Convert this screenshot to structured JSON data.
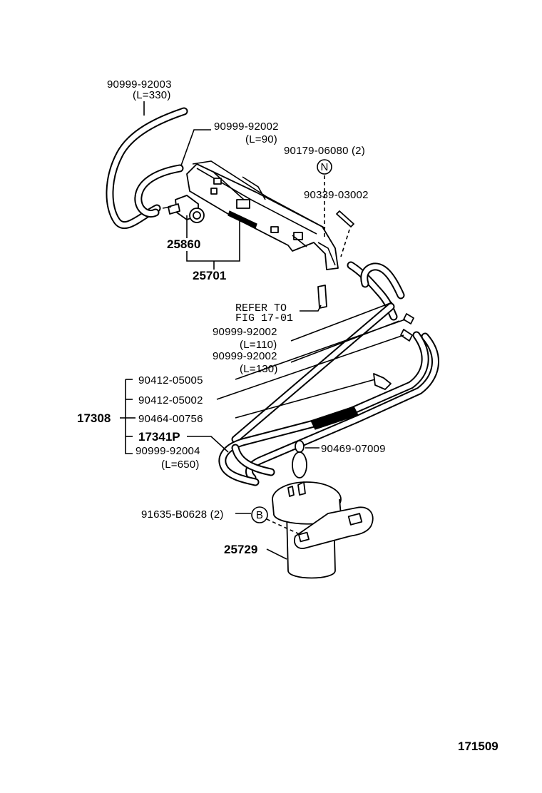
{
  "labels": {
    "hose_330_part": "90999-92003",
    "hose_330_len": "(L=330)",
    "hose_90_part": "90999-92002",
    "hose_90_len": "(L=90)",
    "bolt": "90179-06080 (2)",
    "clip_03002": "90339-03002",
    "vsv": "25860",
    "bracket_assy": "25701",
    "refer_to_1": "REFER TO",
    "refer_to_2": "FIG 17-01",
    "hose_110_part": "90999-92002",
    "hose_110_len": "(L=110)",
    "hose_130_part": "90999-92002",
    "hose_130_len": "(L=130)",
    "clamp_05005": "90412-05005",
    "clamp_05002": "90412-05002",
    "group_17308": "17308",
    "clamp_00756": "90464-00756",
    "pipe_17341p": "17341P",
    "hose_650_part": "90999-92004",
    "hose_650_len": "(L=650)",
    "clip_07009": "90469-07009",
    "bolt_b0628": "91635-B0628 (2)",
    "canister": "25729",
    "marker_n": "N",
    "marker_b": "B",
    "figure_no": "171509"
  }
}
